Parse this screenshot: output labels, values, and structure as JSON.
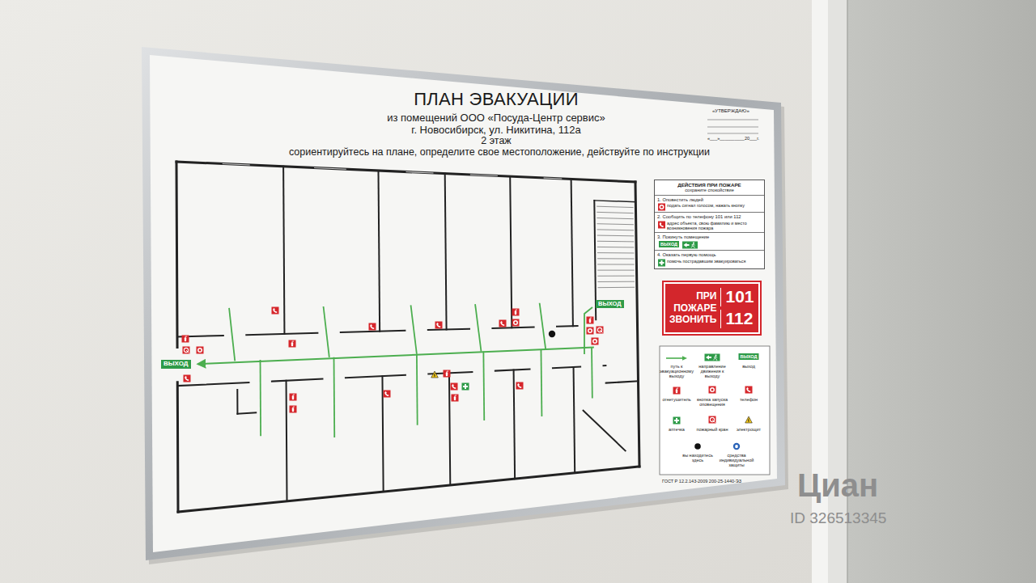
{
  "diagram": {
    "title": "ПЛАН ЭВАКУАЦИИ",
    "nodes": [
      {
        "text": [
          "ДЕЙСТВИЯ ПРИ ПОЖАРЕ",
          "сохраните спокойствие",
          "1. Оповестить людей",
          "подать сигнал голосом, нажать кнопку",
          "2. Сообщить по телефону 101 или 112",
          "адрес объекта, свою фамилию и место возникновения пожара",
          "3. Покинуть помещение",
          "4. Оказать первую помощь",
          "помочь пострадавшим эвакуироваться"
        ]
      },
      {
        "text": [
          "ВЫХОД"
        ],
        "in": 0
      },
      {
        "text": [
          "ПРИ ПОЖАРЕ ЗВОНИТЬ",
          "101",
          "112"
        ]
      },
      {
        "text": [
          "ВЫХОД"
        ]
      },
      {
        "text": [
          "ВЫХОД"
        ]
      }
    ],
    "labels": [
      "из помещений ООО «Посуда-Центр сервис»",
      "г. Новосибирск, ул. Никитина, 112а",
      "2 этаж",
      "сориентируйтесь на плане, определите свое местоположение, действуйте по инструкции",
      "«УТВЕРЖДАЮ»",
      "«___»__________20___г.",
      "ВЫХОД",
      "ГОСТ Р 12.2.143-2009 200-25-1440-ЭЗ",
      "Циан",
      "ID 326513345"
    ],
    "legend": [
      {
        "text": "путь к эвакуационному выходу"
      },
      {
        "text": "направление движения к выходу"
      },
      {
        "text": "выход"
      },
      {
        "text": "огнетушитель"
      },
      {
        "text": "кнопка запуска оповещения"
      },
      {
        "text": "телефон"
      },
      {
        "text": "аптечка"
      },
      {
        "text": "пожарный кран"
      },
      {
        "text": "электрощит"
      },
      {
        "text": "вы находитесь здесь"
      },
      {
        "text": "средства индивидуальной защиты"
      }
    ]
  }
}
